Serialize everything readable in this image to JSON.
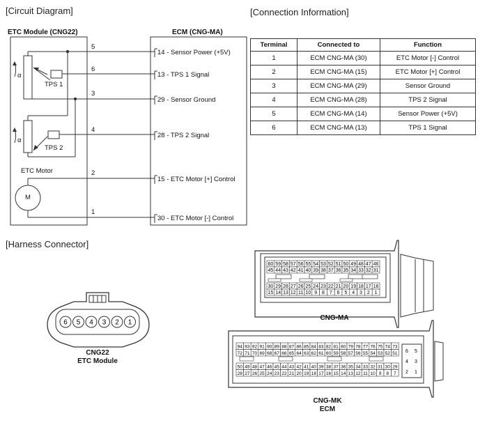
{
  "sections": {
    "circuit": "[Circuit Diagram]",
    "connection": "[Connection Information]",
    "harness": "[Harness Connector]"
  },
  "circuit": {
    "left_module": "ETC Module (CNG22)",
    "right_module": "ECM (CNG-MA)",
    "alpha": "α",
    "tps1": "TPS 1",
    "tps2": "TPS 2",
    "motor_title": "ETC Motor",
    "motor_symbol": "M",
    "wires": [
      {
        "num": "5",
        "label": "14 - Sensor Power (+5V)"
      },
      {
        "num": "6",
        "label": "13 - TPS 1 Signal"
      },
      {
        "num": "3",
        "label": "29 - Sensor Ground"
      },
      {
        "num": "4",
        "label": "28 - TPS 2 Signal"
      },
      {
        "num": "2",
        "label": "15 - ETC Motor [+] Control"
      },
      {
        "num": "1",
        "label": "30 - ETC Motor [-] Control"
      }
    ]
  },
  "table": {
    "headers": [
      "Terminal",
      "Connected to",
      "Function"
    ],
    "rows": [
      [
        "1",
        "ECM CNG-MA (30)",
        "ETC Motor [-] Control"
      ],
      [
        "2",
        "ECM CNG-MA (15)",
        "ETC Motor [+] Control"
      ],
      [
        "3",
        "ECM CNG-MA (29)",
        "Sensor Ground"
      ],
      [
        "4",
        "ECM CNG-MA (28)",
        "TPS 2 Signal"
      ],
      [
        "5",
        "ECM CNG-MA (14)",
        "Sensor Power (+5V)"
      ],
      [
        "6",
        "ECM CNG-MA (13)",
        "TPS 1 Signal"
      ]
    ]
  },
  "cng22": {
    "pins": [
      "6",
      "5",
      "4",
      "3",
      "2",
      "1"
    ],
    "caption1": "CNG22",
    "caption2": "ETC Module"
  },
  "cngma": {
    "row1": [
      "60",
      "59",
      "58",
      "57",
      "56",
      "55",
      "54",
      "53",
      "52",
      "51",
      "50",
      "49",
      "48",
      "47",
      "46"
    ],
    "row2": [
      "45",
      "44",
      "43",
      "42",
      "41",
      "40",
      "39",
      "38",
      "37",
      "36",
      "35",
      "34",
      "33",
      "32",
      "31"
    ],
    "row3": [
      "30",
      "29",
      "28",
      "27",
      "26",
      "25",
      "24",
      "23",
      "22",
      "21",
      "20",
      "19",
      "18",
      "17",
      "16"
    ],
    "row4": [
      "15",
      "14",
      "13",
      "12",
      "11",
      "10",
      "9",
      "8",
      "7",
      "6",
      "5",
      "4",
      "3",
      "2",
      "1"
    ],
    "highlight": [
      "30",
      "29",
      "28",
      "15",
      "14",
      "13"
    ],
    "highlight_color": "#8fc9c9",
    "caption": "CNG-MA"
  },
  "cngmk": {
    "row1": [
      "94",
      "93",
      "92",
      "91",
      "90",
      "89",
      "88",
      "87",
      "86",
      "85",
      "84",
      "83",
      "82",
      "81",
      "80",
      "79",
      "78",
      "77",
      "76",
      "75",
      "74",
      "73"
    ],
    "row2": [
      "72",
      "71",
      "70",
      "69",
      "68",
      "67",
      "66",
      "65",
      "64",
      "63",
      "62",
      "61",
      "60",
      "59",
      "58",
      "57",
      "56",
      "55",
      "54",
      "53",
      "52",
      "51"
    ],
    "row3": [
      "50",
      "49",
      "48",
      "47",
      "46",
      "45",
      "44",
      "43",
      "42",
      "41",
      "40",
      "39",
      "38",
      "37",
      "36",
      "35",
      "34",
      "33",
      "32",
      "31",
      "30",
      "29"
    ],
    "row4": [
      "28",
      "27",
      "26",
      "25",
      "24",
      "23",
      "22",
      "21",
      "20",
      "19",
      "18",
      "17",
      "16",
      "15",
      "14",
      "13",
      "12",
      "11",
      "10",
      "9",
      "8",
      "7"
    ],
    "side": [
      [
        "6",
        "5"
      ],
      [
        "4",
        "3"
      ],
      [
        "2",
        "1"
      ]
    ],
    "caption1": "CNG-MK",
    "caption2": "ECM"
  }
}
